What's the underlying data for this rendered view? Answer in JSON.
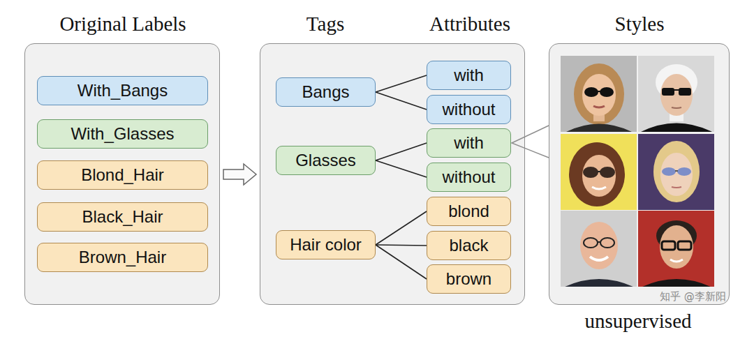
{
  "diagram": {
    "nodes": [
      {
        "text": [
          "Original Labels"
        ]
      },
      {
        "text": [
          "With_Bangs"
        ],
        "in": 0
      },
      {
        "text": [
          "With_Glasses"
        ],
        "in": 0
      },
      {
        "text": [
          "Blond_Hair"
        ],
        "in": 0
      },
      {
        "text": [
          "Black_Hair"
        ],
        "in": 0
      },
      {
        "text": [
          "Brown_Hair"
        ],
        "in": 0
      },
      {
        "text": [
          "Tags",
          "Attributes"
        ]
      },
      {
        "text": [
          "Bangs"
        ],
        "in": 6
      },
      {
        "text": [
          "with"
        ],
        "in": 6
      },
      {
        "text": [
          "without"
        ],
        "in": 6
      },
      {
        "text": [
          "Glasses"
        ],
        "in": 6
      },
      {
        "text": [
          "with"
        ],
        "in": 6
      },
      {
        "text": [
          "without"
        ],
        "in": 6
      },
      {
        "text": [
          "Hair color"
        ],
        "in": 6
      },
      {
        "text": [
          "blond"
        ],
        "in": 6
      },
      {
        "text": [
          "black"
        ],
        "in": 6
      },
      {
        "text": [
          "brown"
        ],
        "in": 6
      },
      {
        "text": [
          "Styles",
          "unsupervised"
        ]
      }
    ],
    "edges": [
      {
        "from": 0,
        "to": 6,
        "arrow": "to"
      },
      {
        "from": 7,
        "to": 8,
        "arrow": "none"
      },
      {
        "from": 7,
        "to": 9,
        "arrow": "none"
      },
      {
        "from": 10,
        "to": 11,
        "arrow": "none"
      },
      {
        "from": 10,
        "to": 12,
        "arrow": "none"
      },
      {
        "from": 13,
        "to": 14,
        "arrow": "none"
      },
      {
        "from": 13,
        "to": 15,
        "arrow": "none"
      },
      {
        "from": 13,
        "to": 16,
        "arrow": "none"
      },
      {
        "from": 11,
        "to": 17,
        "arrow": "none"
      }
    ],
    "labels": [
      "知乎 @李新阳"
    ]
  }
}
